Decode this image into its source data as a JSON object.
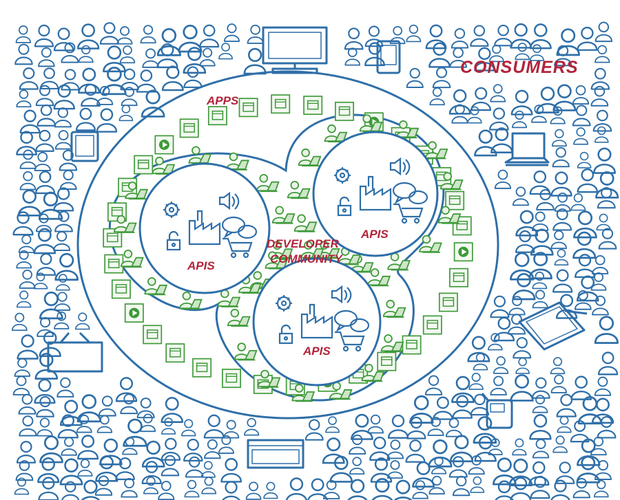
{
  "labels": {
    "consumers": "CONSUMERS",
    "apps": "APPS",
    "developer_line1": "DEVELOPER",
    "developer_line2": "COMMUNITY",
    "apis": [
      "APIS",
      "APIS",
      "APIS"
    ]
  },
  "colors": {
    "consumer": "#2f6fa8",
    "ring": "#2f6fa8",
    "developer": "#3f9a3a",
    "app": "#3f9a3a",
    "label": "#b1243a"
  },
  "icons": {
    "consumer": "person-icon",
    "developer": "developer-with-laptop-icon",
    "app": "app-tile-icon",
    "api": [
      "gear-icon",
      "factory-icon",
      "speaker-icon",
      "chat-bubbles-icon",
      "padlock-icon",
      "cart-icon"
    ],
    "devices": [
      "monitor-icon",
      "tablet-icon",
      "laptop-icon",
      "tv-icon",
      "pen-tablet-icon",
      "cellphone-icon",
      "browser-window-icon"
    ]
  }
}
